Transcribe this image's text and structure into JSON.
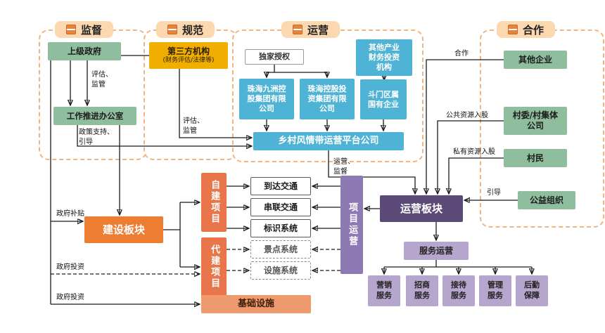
{
  "groups": {
    "supervision": {
      "title": "监督"
    },
    "standard": {
      "title": "规范"
    },
    "operation": {
      "title": "运营"
    },
    "cooperation": {
      "title": "合作"
    }
  },
  "boxes": {
    "higher_gov": "上级政府",
    "office": "工作推进办公室",
    "third_party_line1": "第三方机构",
    "third_party_line2": "(财务评估/法律等)",
    "exclusive_auth": "独家授权",
    "jiuzhou": "珠海九洲控股集团有限公司",
    "zhuhai_holding": "珠海控股投资集团有限公司",
    "doumen": "斗门区属国有企业",
    "other_investors": "其他产业财务投资机构",
    "platform": "乡村风情带运营平台公司",
    "other_enterprises": "其他企业",
    "village_committee": "村委/村集体公司",
    "villagers": "村民",
    "ngo": "公益组织",
    "construction": "建设板块",
    "self_build": "自建项目",
    "agent_build": "代建项目",
    "arrival_traffic": "到达交通",
    "series_traffic": "串联交通",
    "signage_system": "标识系统",
    "scenic_system": "景点系统",
    "facility_system": "设施系统",
    "project_ops": "项目运营",
    "ops_sector": "运营板块",
    "service_ops": "服务运营",
    "marketing": "营销服务",
    "investment": "招商服务",
    "reception": "接待服务",
    "management": "管理服务",
    "logistics": "后勤保障",
    "infrastructure": "基础设施"
  },
  "labels": {
    "eval_supervise_1": "评估、监管",
    "eval_supervise_2": "评估、监管",
    "policy_support": "政策支持、引导",
    "cooperation": "合作",
    "public_resource": "公共资源入股",
    "private_resource": "私有资源入股",
    "guide": "引导",
    "ops_supervise": "运营、监督",
    "gov_subsidy": "政府补贴",
    "gov_invest_1": "政府投资",
    "gov_invest_2": "政府投资"
  },
  "colors": {
    "group_border": "#f2b581",
    "group_pill": "#fbd8b0",
    "green": "#8fbe9e",
    "blue": "#4eb3d4",
    "yellow": "#efae00",
    "orange": "#ed7d31",
    "coral": "#e9764a",
    "purple_dark": "#5b4a78",
    "purple_mid": "#8d7ab5",
    "purple_light": "#b6a6cd",
    "salmon": "#ef9a6d"
  }
}
